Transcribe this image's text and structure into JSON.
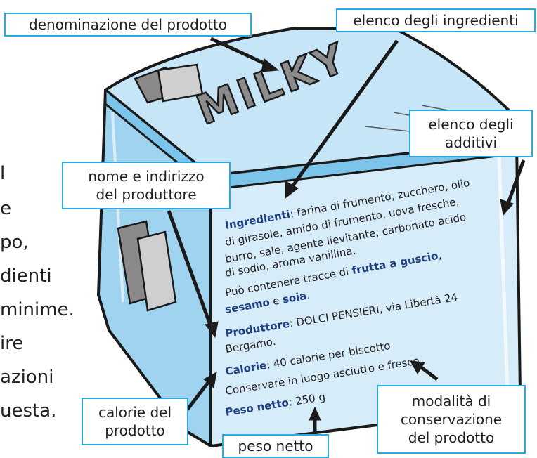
{
  "callouts": {
    "product_name": "denominazione del prodotto",
    "ingredients_list": "elenco degli ingredienti",
    "additives_list_l1": "elenco degli",
    "additives_list_l2": "additivi",
    "producer_l1": "nome e indirizzo",
    "producer_l2": "del produttore",
    "calories_l1": "calorie del",
    "calories_l2": "prodotto",
    "net_weight": "peso netto",
    "storage_l1": "modalità di",
    "storage_l2": "conservazione",
    "storage_l3": "del prodotto"
  },
  "left_text": [
    "l",
    "e",
    "po,",
    "dienti",
    "minime.",
    "ire",
    "azioni",
    "uesta."
  ],
  "box_lid_text": "MILKY",
  "label": {
    "ingredients_title": "Ingredienti",
    "ingredients_l1": ": farina di frumento, zucchero, olio",
    "ingredients_l2": "di girasole, amido di frumento, uova fresche,",
    "ingredients_l3": "burro, sale, agente lievitante, carbonato acido",
    "ingredients_l4": "di sodio, aroma vanillina.",
    "traces_l1a": "Può contenere tracce di ",
    "traces_l1b": "frutta a guscio",
    "traces_l1c": ",",
    "traces_l2a": "sesamo",
    "traces_l2b": " e ",
    "traces_l2c": "soia",
    "traces_l2d": ".",
    "producer_title": "Produttore",
    "producer_l1": ": DOLCI PENSIERI, via Libertà 24",
    "producer_l2": "Bergamo.",
    "calories_title": "Calorie",
    "calories_text": ": 40 calorie per biscotto",
    "storage_text": "Conservare in luogo asciutto e fresco.",
    "weight_title": "Peso netto",
    "weight_text": ": 250 g"
  },
  "colors": {
    "box_light": "#d6ecf8",
    "box_mid": "#9fd3f0",
    "box_dark": "#5fb3e0",
    "callout_border": "#29abe2",
    "label_bold": "#1f3f80",
    "text": "#231f20"
  }
}
